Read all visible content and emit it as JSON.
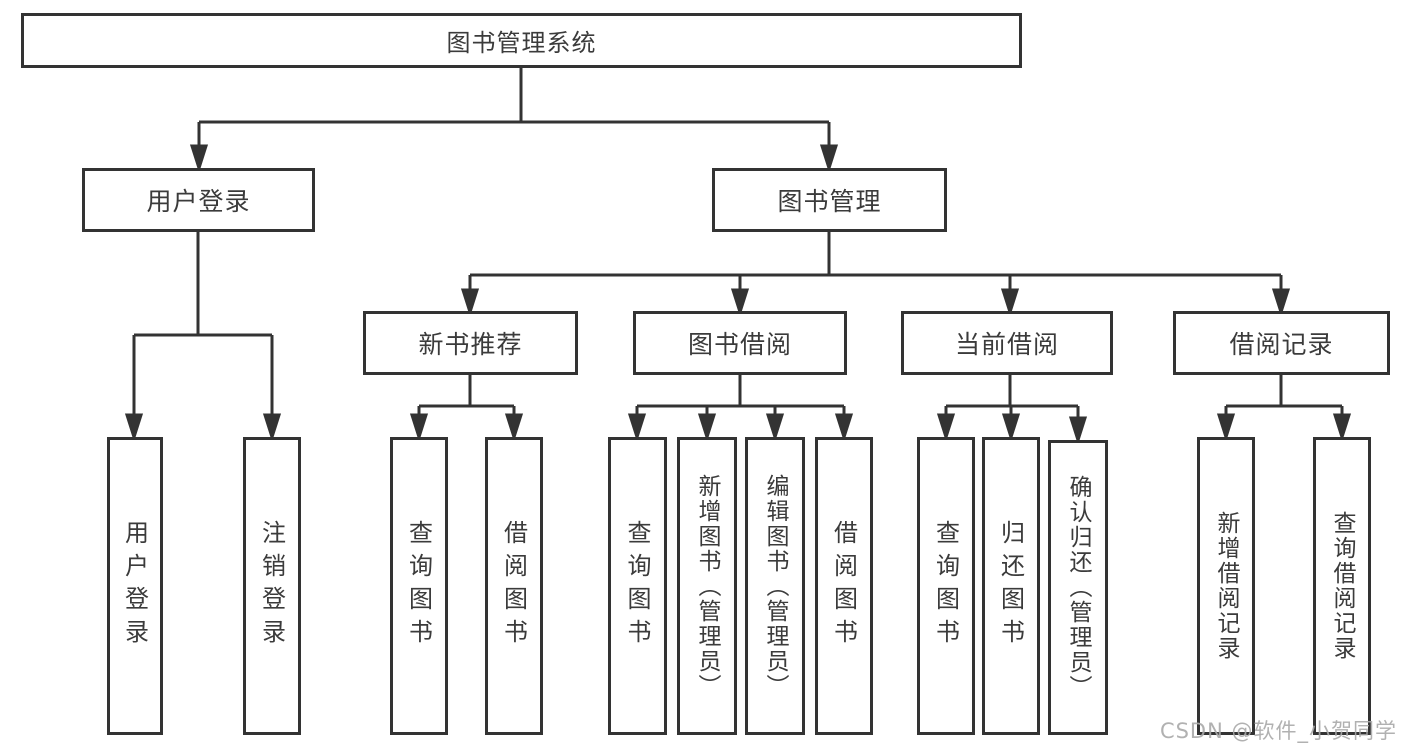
{
  "diagram": {
    "nodes": {
      "root": {
        "label": "图书管理系统"
      },
      "userLogin": {
        "label": "用户登录"
      },
      "bookMgmt": {
        "label": "图书管理"
      },
      "newBookRec": {
        "label": "新书推荐"
      },
      "bookBorrow": {
        "label": "图书借阅"
      },
      "currentBorrow": {
        "label": "当前借阅"
      },
      "borrowRecords": {
        "label": "借阅记录"
      },
      "leafUserLogin": {
        "label": "用户登录"
      },
      "leafLogout": {
        "label": "注销登录"
      },
      "leafQueryBooks1": {
        "label": "查询图书"
      },
      "leafBorrowBooks1": {
        "label": "借阅图书"
      },
      "leafQueryBooks2": {
        "label": "查询图书"
      },
      "leafAddBook": {
        "label": "新增图书（管理员）"
      },
      "leafEditBook": {
        "label": "编辑图书（管理员）"
      },
      "leafBorrowBooks2": {
        "label": "借阅图书"
      },
      "leafQueryBooks3": {
        "label": "查询图书"
      },
      "leafReturnBook": {
        "label": "归还图书"
      },
      "leafConfirmReturn": {
        "label": "确认归还（管理员）"
      },
      "leafAddRecord": {
        "label": "新增借阅记录"
      },
      "leafQueryRecord": {
        "label": "查询借阅记录"
      }
    },
    "edges": [
      {
        "from": "root",
        "to": [
          "userLogin",
          "bookMgmt"
        ]
      },
      {
        "from": "userLogin",
        "to": [
          "leafUserLogin",
          "leafLogout"
        ]
      },
      {
        "from": "bookMgmt",
        "to": [
          "newBookRec",
          "bookBorrow",
          "currentBorrow",
          "borrowRecords"
        ]
      },
      {
        "from": "newBookRec",
        "to": [
          "leafQueryBooks1",
          "leafBorrowBooks1"
        ]
      },
      {
        "from": "bookBorrow",
        "to": [
          "leafQueryBooks2",
          "leafAddBook",
          "leafEditBook",
          "leafBorrowBooks2"
        ]
      },
      {
        "from": "currentBorrow",
        "to": [
          "leafQueryBooks3",
          "leafReturnBook",
          "leafConfirmReturn"
        ]
      },
      {
        "from": "borrowRecords",
        "to": [
          "leafAddRecord",
          "leafQueryRecord"
        ]
      }
    ],
    "colors": {
      "line": "#333333",
      "text": "#3b3b3b",
      "background": "#ffffff",
      "watermark": "#a8a8a8"
    }
  },
  "watermark": {
    "text": "CSDN @软件_小贺同学"
  }
}
